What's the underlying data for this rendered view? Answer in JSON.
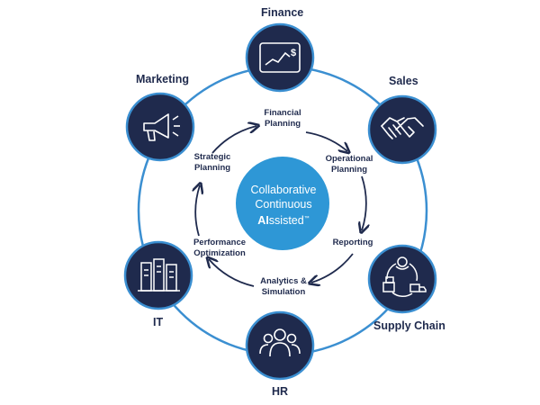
{
  "departments": {
    "finance": "Finance",
    "sales": "Sales",
    "supply_chain": "Supply Chain",
    "hr": "HR",
    "it": "IT",
    "marketing": "Marketing"
  },
  "process_steps": {
    "financial_planning_1": "Financial",
    "financial_planning_2": "Planning",
    "operational_planning_1": "Operational",
    "operational_planning_2": "Planning",
    "reporting": "Reporting",
    "analytics_1": "Analytics &",
    "analytics_2": "Simulation",
    "performance_1": "Performance",
    "performance_2": "Optimization",
    "strategic_1": "Strategic",
    "strategic_2": "Planning"
  },
  "center": {
    "line1": "Collaborative",
    "line2": "Continuous",
    "line3_bold": "AI",
    "line3_rest": "ssisted",
    "trademark": "™"
  },
  "colors": {
    "navy": "#1f2a4d",
    "ring_blue": "#3b8fd1",
    "center_blue": "#2e97d6",
    "white": "#ffffff"
  },
  "icons": {
    "finance": "tablet-chart-dollar-icon",
    "sales": "handshake-icon",
    "supply_chain": "logistics-cycle-icon",
    "hr": "people-group-icon",
    "it": "server-racks-icon",
    "marketing": "megaphone-icon"
  }
}
